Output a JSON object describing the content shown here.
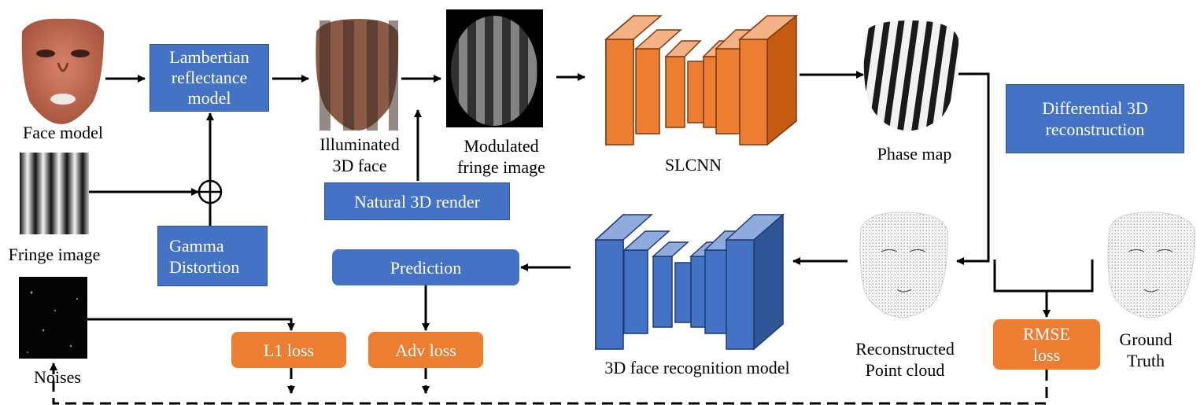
{
  "labels": {
    "face_model": "Face model",
    "fringe_image": "Fringe image",
    "noises": "Noises",
    "illuminated_face": "Illuminated\n3D face",
    "modulated_fringe": "Modulated\nfringe image",
    "slcnn": "SLCNN",
    "phase_map": "Phase map",
    "recon_point_cloud": "Reconstructed\nPoint cloud",
    "ground_truth": "Ground\nTruth",
    "recognition_model": "3D face recognition model"
  },
  "boxes": {
    "lambertian": "Lambertian\nreflectance\nmodel",
    "natural_render": "Natural 3D render",
    "gamma": "Gamma\nDistortion",
    "prediction": "Prediction",
    "l1_loss": "L1 loss",
    "adv_loss": "Adv loss",
    "differential": "Differential 3D\nreconstruction",
    "rmse": "RMSE\nloss"
  },
  "colors": {
    "blue_box": "#4472C4",
    "orange_box": "#ED7D31",
    "slcnn_front": "#ED7D31",
    "recognition_front": "#4472C4"
  }
}
